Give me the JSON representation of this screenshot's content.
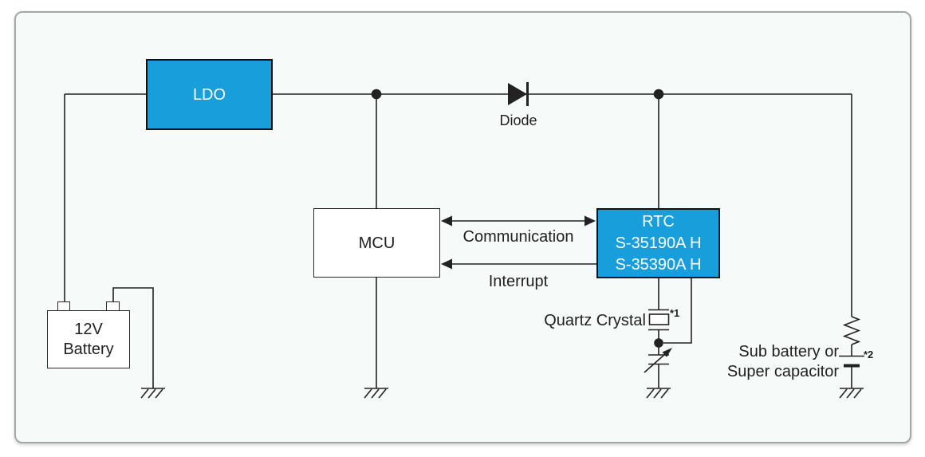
{
  "diagram": {
    "type": "circuit-block-diagram",
    "blocks": {
      "ldo": {
        "label": "LDO"
      },
      "mcu": {
        "label": "MCU"
      },
      "rtc": {
        "lines": [
          "RTC",
          "S-35190A H",
          "S-35390A H"
        ]
      },
      "battery": {
        "lines": [
          "12V",
          "Battery"
        ]
      }
    },
    "labels": {
      "diode": "Diode",
      "communication": "Communication",
      "interrupt": "Interrupt",
      "quartz_crystal": "Quartz Crystal",
      "note1": "*1",
      "note2": "*2",
      "sub_battery_line1": "Sub battery or",
      "sub_battery_line2": "Super capacitor"
    },
    "symbols": [
      "diode-icon",
      "junction-dot",
      "ground-icon",
      "quartz-crystal-icon",
      "trimmer-capacitor-icon",
      "resistor-icon",
      "capacitor-icon",
      "communication-arrow",
      "interrupt-arrow"
    ],
    "colors": {
      "accent": "#189FDB",
      "wire": "#222222",
      "text": "#1F1F1F",
      "frame_bg": "#F6FAF9",
      "frame_border": "#A2A8A5",
      "block_text_on_accent": "#FFFFFF"
    }
  }
}
